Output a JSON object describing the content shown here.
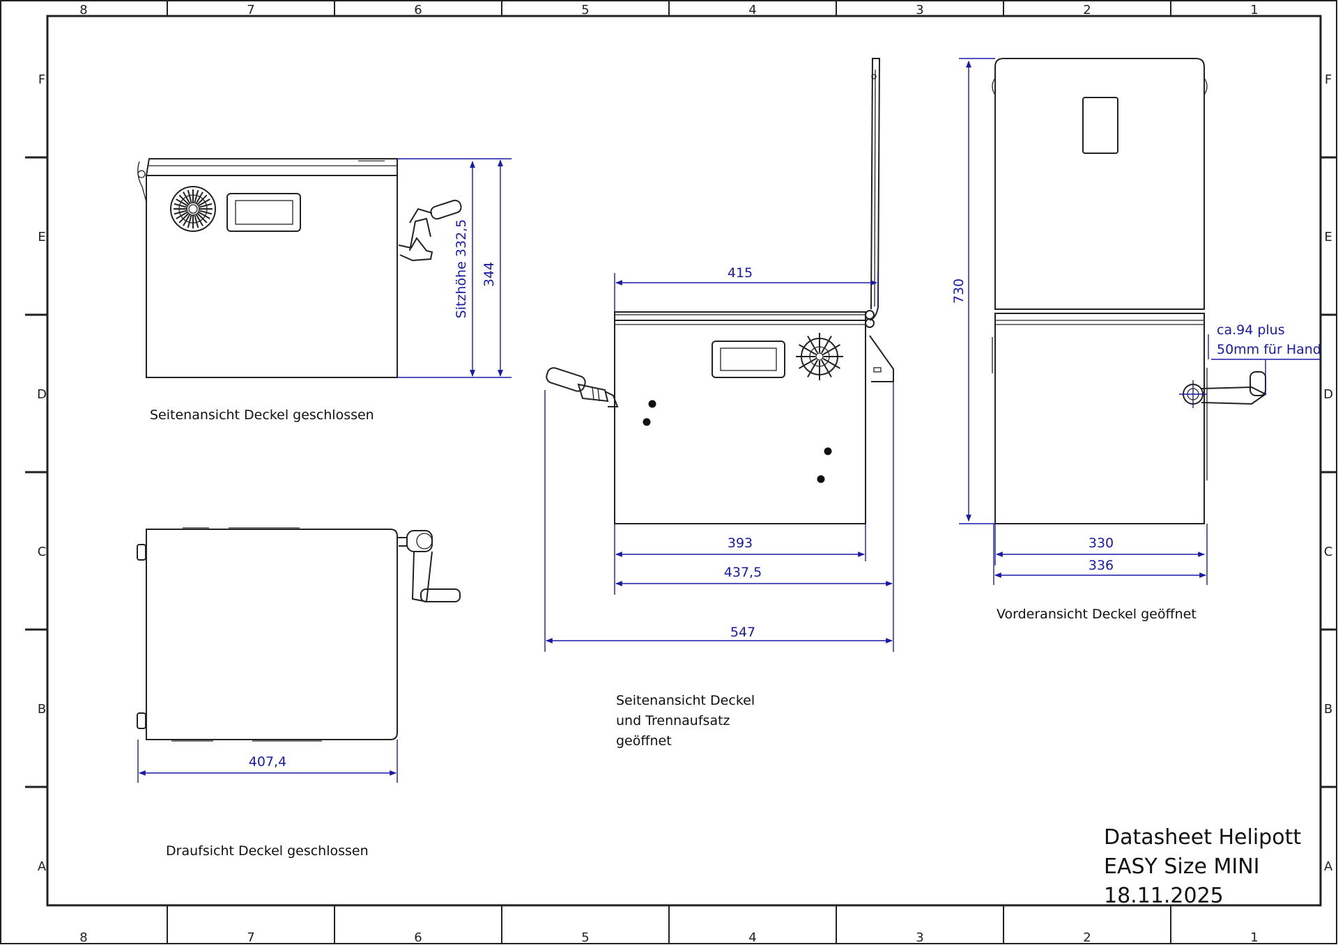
{
  "document": {
    "title_line1": "Datasheet Helipott",
    "title_line2": "EASY Size MINI",
    "date": "18.11.2025"
  },
  "frame": {
    "columns": [
      "8",
      "7",
      "6",
      "5",
      "4",
      "3",
      "2",
      "1"
    ],
    "rows": [
      "F",
      "E",
      "D",
      "C",
      "B",
      "A"
    ]
  },
  "views": {
    "side_closed": "Seitenansicht Deckel geschlossen",
    "top_closed": "Draufsicht Deckel geschlossen",
    "side_open_line1": "Seitenansicht Deckel",
    "side_open_line2": "und Trennaufsatz",
    "side_open_line3": "geöffnet",
    "front_open": "Vorderansicht Deckel geöffnet"
  },
  "dimensions": {
    "seat_height": "Sitzhöhe 332,5",
    "height_closed": "344",
    "top_width": "407,4",
    "open_top_length": "415",
    "body_length": "393",
    "base_length": "437,5",
    "total_length": "547",
    "total_height_open": "730",
    "front_inner": "330",
    "front_outer": "336",
    "handle_note_line1": "ca.94 plus",
    "handle_note_line2": "50mm für Hand"
  },
  "colors": {
    "line": "#222222",
    "dimension": "#1a1aa8",
    "background": "#ffffff"
  }
}
